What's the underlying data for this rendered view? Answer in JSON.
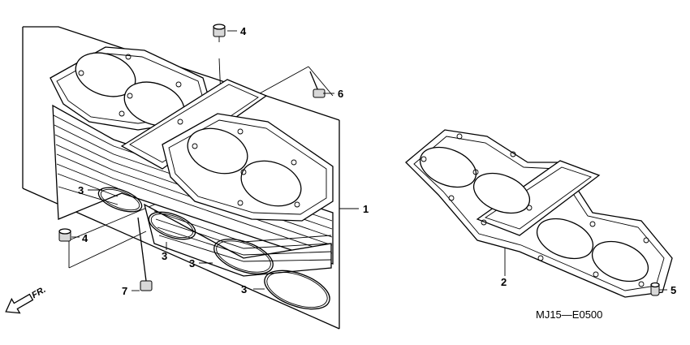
{
  "diagram": {
    "code": "MJ15—E0500",
    "direction_label": "FR.",
    "callouts": [
      {
        "id": "c1",
        "text": "1"
      },
      {
        "id": "c2",
        "text": "2"
      },
      {
        "id": "c3a",
        "text": "3"
      },
      {
        "id": "c3b",
        "text": "3"
      },
      {
        "id": "c3c",
        "text": "3"
      },
      {
        "id": "c3d",
        "text": "3"
      },
      {
        "id": "c4a",
        "text": "4"
      },
      {
        "id": "c4b",
        "text": "4"
      },
      {
        "id": "c5",
        "text": "5"
      },
      {
        "id": "c6",
        "text": "6"
      },
      {
        "id": "c7",
        "text": "7"
      }
    ]
  }
}
